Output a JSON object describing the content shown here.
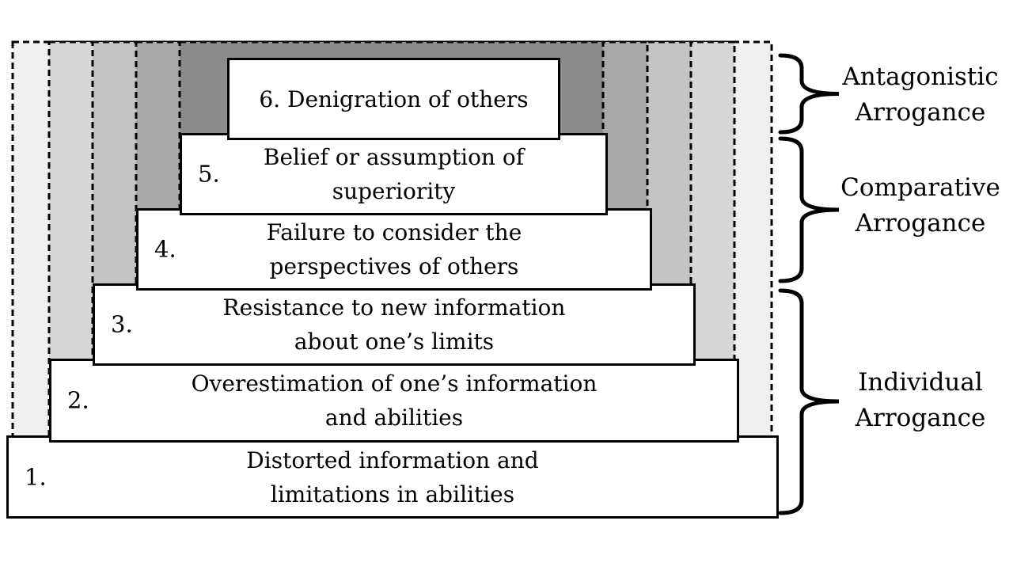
{
  "diagram": {
    "description": "Steps of arrogance diagram",
    "levels": [
      {
        "number": "1.",
        "line1": "Distorted information and",
        "line2": "limitations in abilities"
      },
      {
        "number": "2.",
        "line1": "Overestimation of one’s information",
        "line2": "and abilities"
      },
      {
        "number": "3.",
        "line1": "Resistance to new information",
        "line2": "about one’s limits"
      },
      {
        "number": "4.",
        "line1": "Failure to consider the",
        "line2": "perspectives of others"
      },
      {
        "number": "5.",
        "line1": "Belief or assumption of",
        "line2": "superiority"
      },
      {
        "number": "6.",
        "text": "6. Denigration of others"
      }
    ],
    "groups": [
      {
        "line1": "Antagonistic",
        "line2": "Arrogance"
      },
      {
        "line1": "Comparative",
        "line2": "Arrogance"
      },
      {
        "line1": "Individual",
        "line2": "Arrogance"
      }
    ],
    "bands": [
      "#f0f0f0",
      "#d7d7d7",
      "#c3c3c3",
      "#a9a9a9",
      "#8b8b8b"
    ],
    "line_color": "#000000"
  }
}
